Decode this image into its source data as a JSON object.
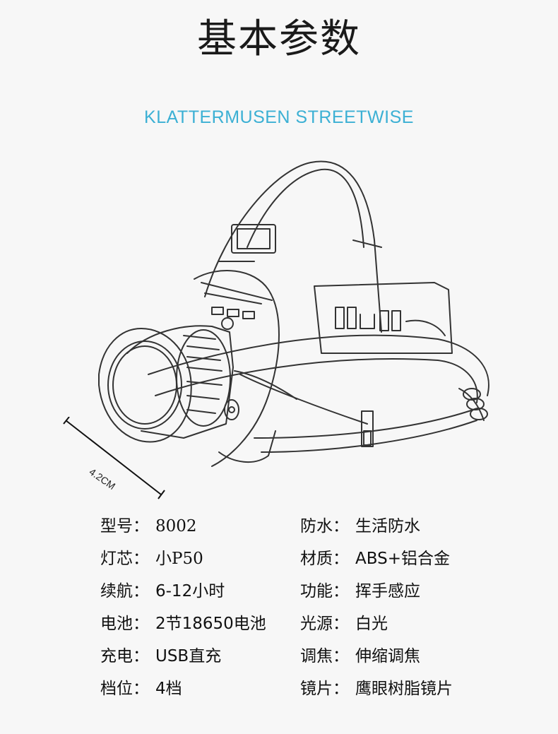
{
  "title": "基本参数",
  "brand": "KLATTERMUSEN STREETWISE",
  "dimension": "4.2CM",
  "specs_left": [
    {
      "key": "型号：",
      "value": "8002"
    },
    {
      "key": "灯芯：",
      "value": "小P50"
    },
    {
      "key": "续航：",
      "value": "6-12小时"
    },
    {
      "key": "电池：",
      "value": "2节18650电池"
    },
    {
      "key": "充电：",
      "value": "USB直充"
    },
    {
      "key": "档位：",
      "value": "4档"
    }
  ],
  "specs_right": [
    {
      "key": "防水：",
      "value": "生活防水"
    },
    {
      "key": "材质：",
      "value": "ABS+铝合金"
    },
    {
      "key": "功能：",
      "value": "挥手感应"
    },
    {
      "key": "光源：",
      "value": "白光"
    },
    {
      "key": "调焦：",
      "value": "伸缩调焦"
    },
    {
      "key": "镜片：",
      "value": "鹰眼树脂镜片"
    }
  ],
  "colors": {
    "accent": "#3cb0d4",
    "background": "#f7f7f7"
  }
}
